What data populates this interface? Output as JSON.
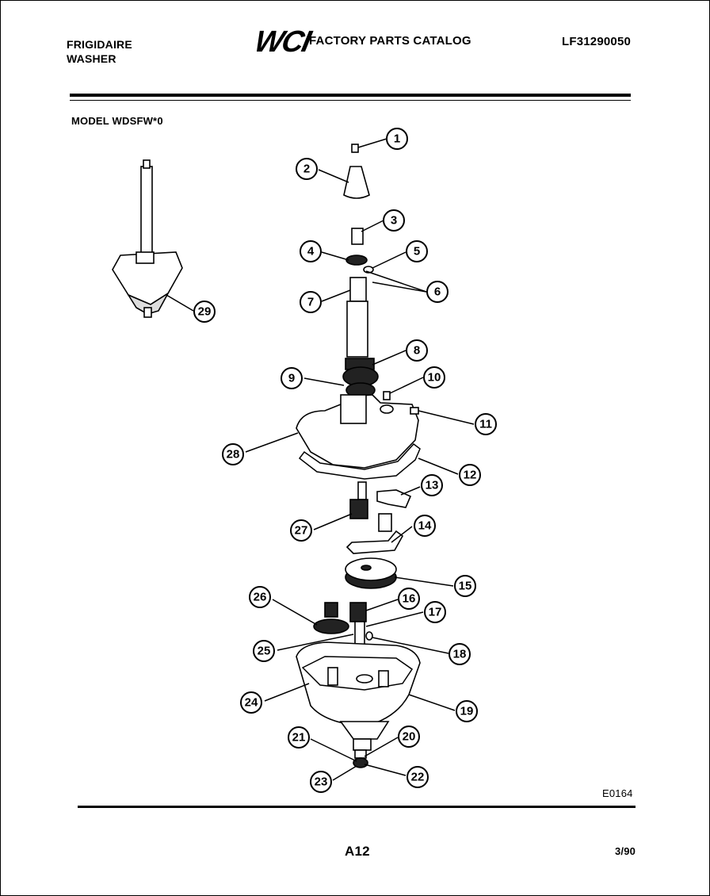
{
  "header": {
    "brand_line1": "FRIGIDAIRE",
    "brand_line2": "WASHER",
    "logo": "WCI",
    "catalog_title": "FACTORY PARTS CATALOG",
    "catalog_number": "LF31290050"
  },
  "model": "MODEL WDSFW*0",
  "reference_code": "E0164",
  "page_number": "A12",
  "date": "3/90",
  "callouts": [
    "1",
    "2",
    "3",
    "4",
    "5",
    "6",
    "7",
    "8",
    "9",
    "10",
    "11",
    "12",
    "13",
    "14",
    "15",
    "16",
    "17",
    "18",
    "19",
    "20",
    "21",
    "22",
    "23",
    "24",
    "25",
    "26",
    "27",
    "28",
    "29"
  ]
}
